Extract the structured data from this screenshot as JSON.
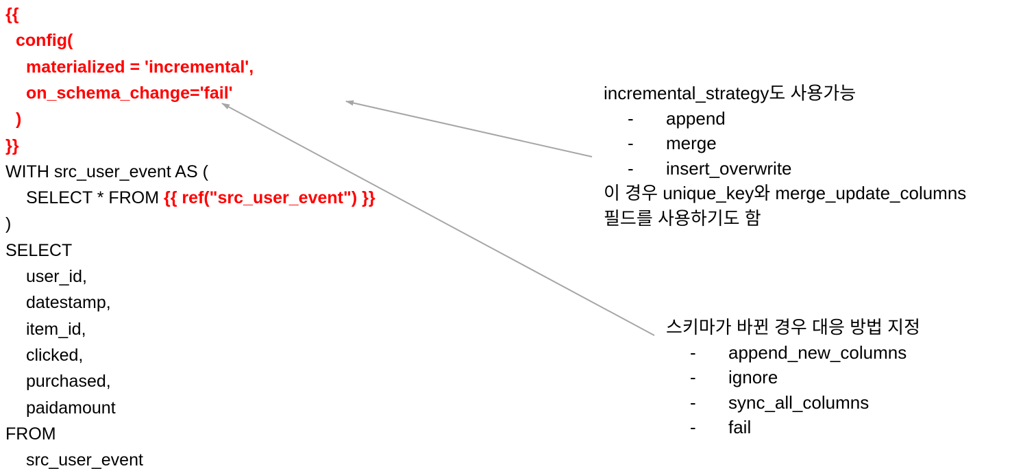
{
  "code_lines": [
    {
      "indent": 0,
      "segments": [
        {
          "text": "{{",
          "hl": true
        }
      ]
    },
    {
      "indent": 1,
      "segments": [
        {
          "text": "config(",
          "hl": true
        }
      ]
    },
    {
      "indent": 2,
      "segments": [
        {
          "text": "materialized = 'incremental',",
          "hl": true
        }
      ]
    },
    {
      "indent": 2,
      "segments": [
        {
          "text": "on_schema_change='fail'",
          "hl": true
        }
      ]
    },
    {
      "indent": 1,
      "segments": [
        {
          "text": ")",
          "hl": true
        }
      ]
    },
    {
      "indent": 0,
      "segments": [
        {
          "text": "}}",
          "hl": true
        }
      ]
    },
    {
      "indent": 0,
      "segments": [
        {
          "text": "WITH src_user_event AS (",
          "hl": false
        }
      ]
    },
    {
      "indent": 2,
      "segments": [
        {
          "text": "SELECT * FROM ",
          "hl": false
        },
        {
          "text": "{{ ref(\"src_user_event\") }}",
          "hl": true
        }
      ]
    },
    {
      "indent": 0,
      "segments": [
        {
          "text": ")",
          "hl": false
        }
      ]
    },
    {
      "indent": 0,
      "segments": [
        {
          "text": "SELECT",
          "hl": false
        }
      ]
    },
    {
      "indent": 2,
      "segments": [
        {
          "text": "user_id,",
          "hl": false
        }
      ]
    },
    {
      "indent": 2,
      "segments": [
        {
          "text": "datestamp,",
          "hl": false
        }
      ]
    },
    {
      "indent": 2,
      "segments": [
        {
          "text": "item_id,",
          "hl": false
        }
      ]
    },
    {
      "indent": 2,
      "segments": [
        {
          "text": "clicked,",
          "hl": false
        }
      ]
    },
    {
      "indent": 2,
      "segments": [
        {
          "text": "purchased,",
          "hl": false
        }
      ]
    },
    {
      "indent": 2,
      "segments": [
        {
          "text": "paidamount",
          "hl": false
        }
      ]
    },
    {
      "indent": 0,
      "segments": [
        {
          "text": "FROM",
          "hl": false
        }
      ]
    },
    {
      "indent": 2,
      "segments": [
        {
          "text": "src_user_event",
          "hl": false
        }
      ]
    }
  ],
  "incremental_note": {
    "title": "incremental_strategy도 사용가능",
    "items": [
      "append",
      "merge",
      "insert_overwrite"
    ],
    "footer": [
      "이 경우 unique_key와 merge_update_columns",
      "필드를 사용하기도 함"
    ]
  },
  "schema_note": {
    "title": "스키마가 바뀐 경우 대응 방법 지정",
    "items": [
      "append_new_columns",
      "ignore",
      "sync_all_columns",
      "fail"
    ]
  },
  "dash_symbol": "-",
  "colors": {
    "highlight": "#ff0000",
    "text": "#000000",
    "arrow": "#a6a6a6"
  }
}
